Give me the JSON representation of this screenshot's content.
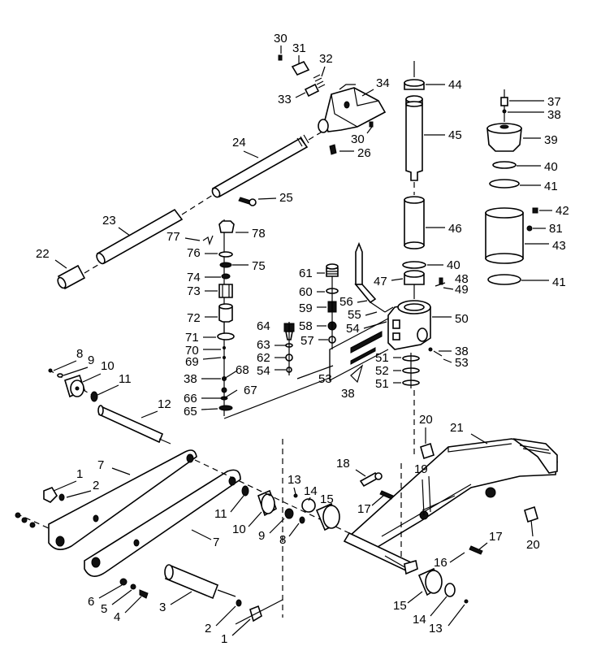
{
  "labels": [
    {
      "id": "l30a",
      "text": "30"
    },
    {
      "id": "l31",
      "text": "31"
    },
    {
      "id": "l32",
      "text": "32"
    },
    {
      "id": "l33",
      "text": "33"
    },
    {
      "id": "l34",
      "text": "34"
    },
    {
      "id": "l30b",
      "text": "30"
    },
    {
      "id": "l26",
      "text": "26"
    },
    {
      "id": "l24",
      "text": "24"
    },
    {
      "id": "l25",
      "text": "25"
    },
    {
      "id": "l23",
      "text": "23"
    },
    {
      "id": "l22",
      "text": "22"
    },
    {
      "id": "l44",
      "text": "44"
    },
    {
      "id": "l45",
      "text": "45"
    },
    {
      "id": "l46",
      "text": "46"
    },
    {
      "id": "l40a",
      "text": "40"
    },
    {
      "id": "l47",
      "text": "47"
    },
    {
      "id": "l48",
      "text": "48"
    },
    {
      "id": "l49",
      "text": "49"
    },
    {
      "id": "l50",
      "text": "50"
    },
    {
      "id": "l37",
      "text": "37"
    },
    {
      "id": "l38a",
      "text": "38"
    },
    {
      "id": "l39",
      "text": "39"
    },
    {
      "id": "l40b",
      "text": "40"
    },
    {
      "id": "l41a",
      "text": "41"
    },
    {
      "id": "l42",
      "text": "42"
    },
    {
      "id": "l81",
      "text": "81"
    },
    {
      "id": "l43",
      "text": "43"
    },
    {
      "id": "l41b",
      "text": "41"
    },
    {
      "id": "l77",
      "text": "77"
    },
    {
      "id": "l78",
      "text": "78"
    },
    {
      "id": "l76",
      "text": "76"
    },
    {
      "id": "l75",
      "text": "75"
    },
    {
      "id": "l74",
      "text": "74"
    },
    {
      "id": "l73",
      "text": "73"
    },
    {
      "id": "l72",
      "text": "72"
    },
    {
      "id": "l71",
      "text": "71"
    },
    {
      "id": "l70",
      "text": "70"
    },
    {
      "id": "l69",
      "text": "69"
    },
    {
      "id": "l68",
      "text": "68"
    },
    {
      "id": "l38b",
      "text": "38"
    },
    {
      "id": "l67",
      "text": "67"
    },
    {
      "id": "l66",
      "text": "66"
    },
    {
      "id": "l65",
      "text": "65"
    },
    {
      "id": "l61",
      "text": "61"
    },
    {
      "id": "l60",
      "text": "60"
    },
    {
      "id": "l59",
      "text": "59"
    },
    {
      "id": "l56",
      "text": "56"
    },
    {
      "id": "l55",
      "text": "55"
    },
    {
      "id": "l54a",
      "text": "54"
    },
    {
      "id": "l64",
      "text": "64"
    },
    {
      "id": "l58",
      "text": "58"
    },
    {
      "id": "l57",
      "text": "57"
    },
    {
      "id": "l63",
      "text": "63"
    },
    {
      "id": "l62",
      "text": "62"
    },
    {
      "id": "l54b",
      "text": "54"
    },
    {
      "id": "l53a",
      "text": "53"
    },
    {
      "id": "l38c",
      "text": "38"
    },
    {
      "id": "l38d",
      "text": "38"
    },
    {
      "id": "l53b",
      "text": "53"
    },
    {
      "id": "l51a",
      "text": "51"
    },
    {
      "id": "l52",
      "text": "52"
    },
    {
      "id": "l51b",
      "text": "51"
    },
    {
      "id": "l8a",
      "text": "8"
    },
    {
      "id": "l9a",
      "text": "9"
    },
    {
      "id": "l10a",
      "text": "10"
    },
    {
      "id": "l11a",
      "text": "11"
    },
    {
      "id": "l12",
      "text": "12"
    },
    {
      "id": "l20a",
      "text": "20"
    },
    {
      "id": "l21",
      "text": "21"
    },
    {
      "id": "l1a",
      "text": "1"
    },
    {
      "id": "l7a",
      "text": "7"
    },
    {
      "id": "l2a",
      "text": "2"
    },
    {
      "id": "l13a",
      "text": "13"
    },
    {
      "id": "l18",
      "text": "18"
    },
    {
      "id": "l19",
      "text": "19"
    },
    {
      "id": "l14a",
      "text": "14"
    },
    {
      "id": "l15a",
      "text": "15"
    },
    {
      "id": "l11b",
      "text": "11"
    },
    {
      "id": "l17a",
      "text": "17"
    },
    {
      "id": "l10b",
      "text": "10"
    },
    {
      "id": "l9b",
      "text": "9"
    },
    {
      "id": "l8b",
      "text": "8"
    },
    {
      "id": "l7b",
      "text": "7"
    },
    {
      "id": "l20b",
      "text": "20"
    },
    {
      "id": "l17b",
      "text": "17"
    },
    {
      "id": "l16",
      "text": "16"
    },
    {
      "id": "l6",
      "text": "6"
    },
    {
      "id": "l5",
      "text": "5"
    },
    {
      "id": "l4",
      "text": "4"
    },
    {
      "id": "l3",
      "text": "3"
    },
    {
      "id": "l15b",
      "text": "15"
    },
    {
      "id": "l2b",
      "text": "2"
    },
    {
      "id": "l1b",
      "text": "1"
    },
    {
      "id": "l14b",
      "text": "14"
    },
    {
      "id": "l13b",
      "text": "13"
    }
  ]
}
